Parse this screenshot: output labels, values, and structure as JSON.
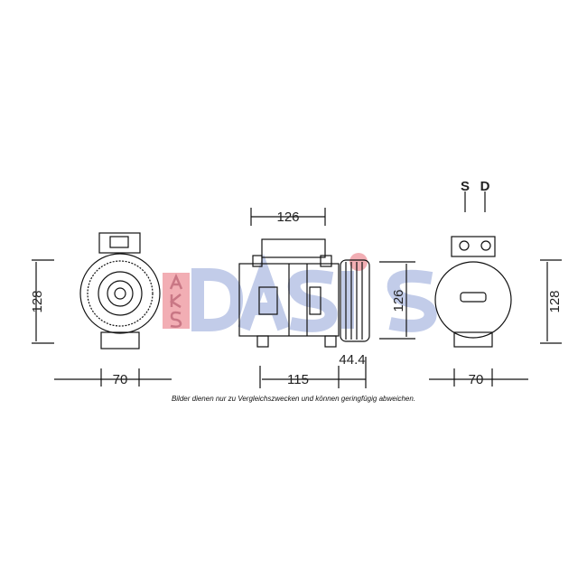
{
  "watermark": {
    "logo_text": "AKS DASIS",
    "colors": {
      "aks_red": "#f0a0a8",
      "dasis_blue": "#b8c4e6"
    }
  },
  "dimensions": {
    "left_height": "128",
    "left_width": "70",
    "middle_top_width": "126",
    "middle_height": "126",
    "middle_body_length": "115",
    "middle_clutch_length": "44.4",
    "right_height": "128",
    "right_width": "70"
  },
  "ports": {
    "suction": "S",
    "discharge": "D"
  },
  "caption": "Bilder dienen nur zu Vergleichszwecken und können geringfügig abweichen."
}
